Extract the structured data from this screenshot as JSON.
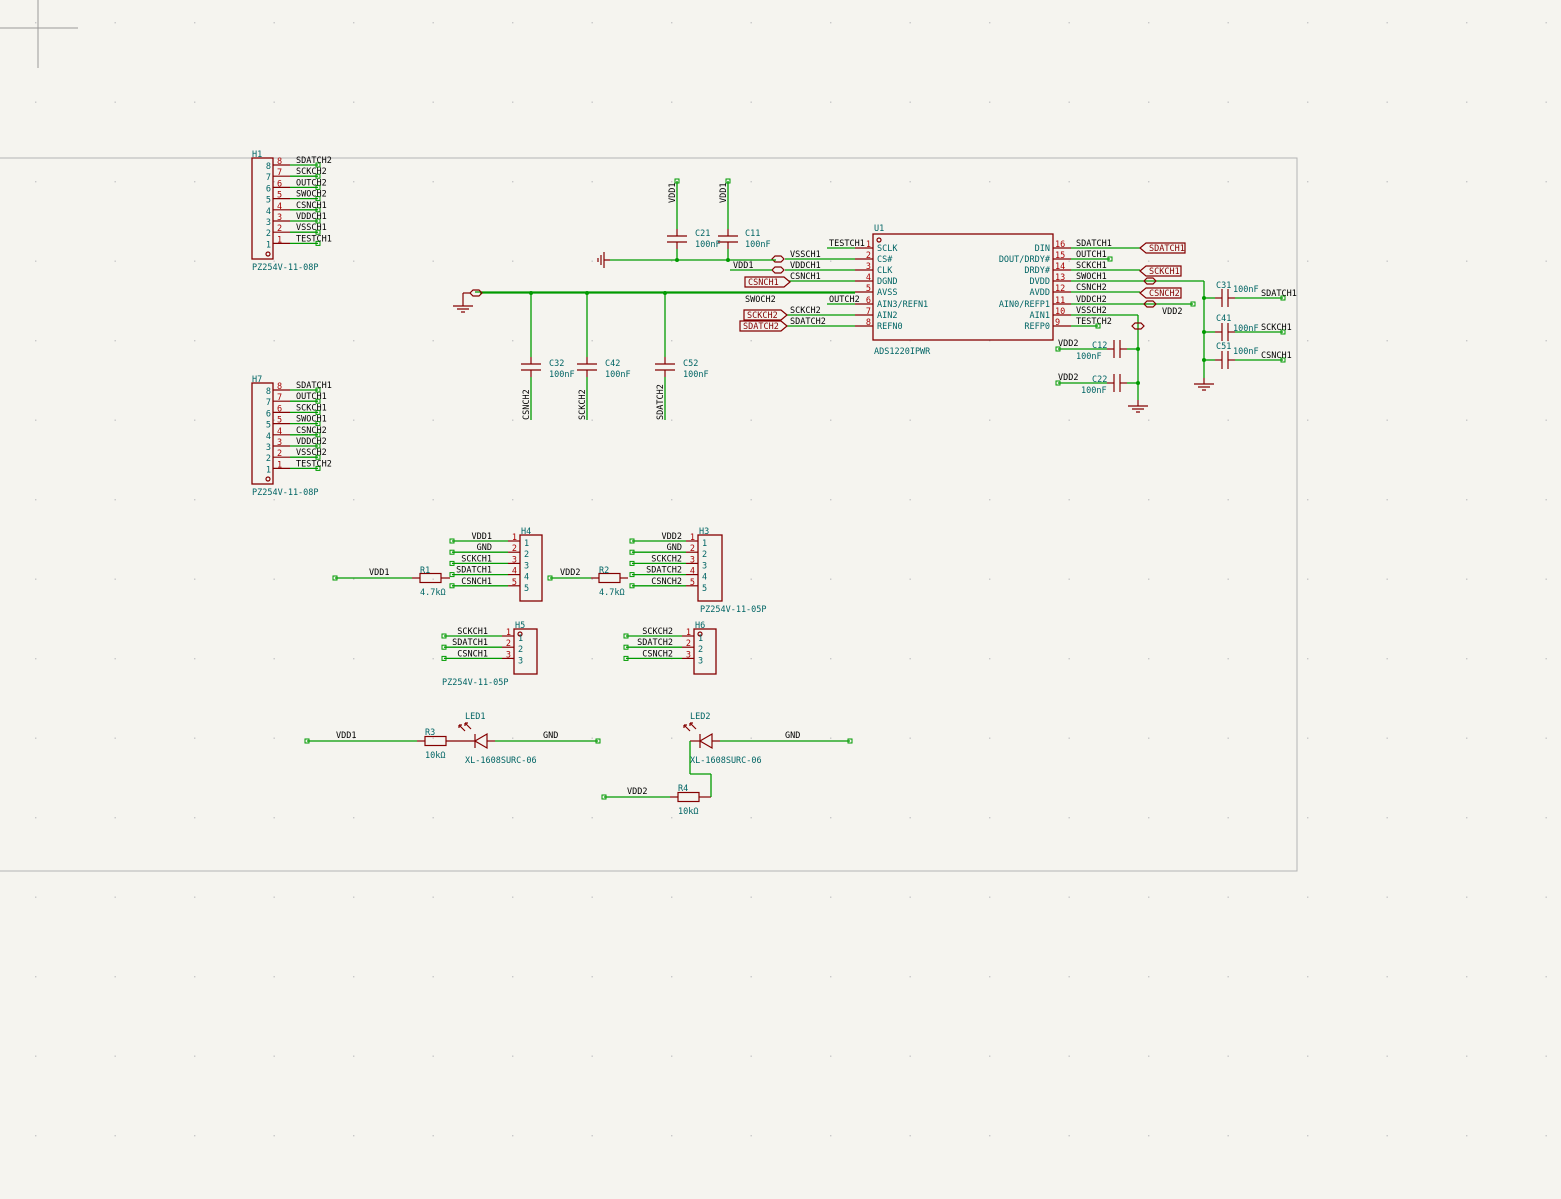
{
  "colors": {
    "wire": "#009a00",
    "symbol": "#840000",
    "text": "#006464",
    "background": "#f5f4ef"
  },
  "connectors": [
    {
      "ref": "H1",
      "value": "PZ254V-11-08P",
      "pins": [
        {
          "num": "8",
          "net": "SDATCH2"
        },
        {
          "num": "7",
          "net": "SCKCH2"
        },
        {
          "num": "6",
          "net": "OUTCH2"
        },
        {
          "num": "5",
          "net": "SWOCH2"
        },
        {
          "num": "4",
          "net": "CSNCH1"
        },
        {
          "num": "3",
          "net": "VDDCH1"
        },
        {
          "num": "2",
          "net": "VSSCH1"
        },
        {
          "num": "1",
          "net": "TESTCH1"
        }
      ]
    },
    {
      "ref": "H7",
      "value": "PZ254V-11-08P",
      "pins": [
        {
          "num": "8",
          "net": "SDATCH1"
        },
        {
          "num": "7",
          "net": "OUTCH1"
        },
        {
          "num": "6",
          "net": "SCKCH1"
        },
        {
          "num": "5",
          "net": "SWOCH1"
        },
        {
          "num": "4",
          "net": "CSNCH2"
        },
        {
          "num": "3",
          "net": "VDDCH2"
        },
        {
          "num": "2",
          "net": "VSSCH2"
        },
        {
          "num": "1",
          "net": "TESTCH2"
        }
      ]
    },
    {
      "ref": "H4",
      "pins": [
        {
          "num": "1",
          "net": "VDD1"
        },
        {
          "num": "2",
          "net": "GND"
        },
        {
          "num": "3",
          "net": "SCKCH1"
        },
        {
          "num": "4",
          "net": "SDATCH1"
        },
        {
          "num": "5",
          "net": "CSNCH1"
        }
      ]
    },
    {
      "ref": "H3",
      "value": "PZ254V-11-05P",
      "pins": [
        {
          "num": "1",
          "net": "VDD2"
        },
        {
          "num": "2",
          "net": "GND"
        },
        {
          "num": "3",
          "net": "SCKCH2"
        },
        {
          "num": "4",
          "net": "SDATCH2"
        },
        {
          "num": "5",
          "net": "CSNCH2"
        }
      ]
    },
    {
      "ref": "H5",
      "value": "PZ254V-11-05P",
      "pins": [
        {
          "num": "1",
          "net": "SCKCH1"
        },
        {
          "num": "2",
          "net": "SDATCH1"
        },
        {
          "num": "3",
          "net": "CSNCH1"
        }
      ]
    },
    {
      "ref": "H6",
      "pins": [
        {
          "num": "1",
          "net": "SCKCH2"
        },
        {
          "num": "2",
          "net": "SDATCH2"
        },
        {
          "num": "3",
          "net": "CSNCH2"
        }
      ]
    }
  ],
  "u1": {
    "ref": "U1",
    "value": "ADS1220IPWR",
    "left_pins": [
      {
        "num": "1",
        "name": "SCLK",
        "net": "TESTCH1"
      },
      {
        "num": "2",
        "name": "CS#",
        "net": "VSSCH1"
      },
      {
        "num": "3",
        "name": "CLK",
        "net": "VDDCH1"
      },
      {
        "num": "4",
        "name": "DGND",
        "net": "CSNCH1"
      },
      {
        "num": "5",
        "name": "AVSS",
        "net": "SWOCH2"
      },
      {
        "num": "6",
        "name": "AIN3/REFN1",
        "net": "OUTCH2"
      },
      {
        "num": "7",
        "name": "AIN2",
        "net": "SCKCH2"
      },
      {
        "num": "8",
        "name": "REFN0",
        "net": "SDATCH2"
      }
    ],
    "right_pins": [
      {
        "num": "16",
        "name": "DIN",
        "net": "SDATCH1"
      },
      {
        "num": "15",
        "name": "DOUT/DRDY#",
        "net": "OUTCH1"
      },
      {
        "num": "14",
        "name": "DRDY#",
        "net": "SCKCH1"
      },
      {
        "num": "13",
        "name": "DVDD",
        "net": "SWOCH1"
      },
      {
        "num": "12",
        "name": "AVDD",
        "net": "CSNCH2"
      },
      {
        "num": "11",
        "name": "AIN0/REFP1",
        "net": "VDDCH2"
      },
      {
        "num": "10",
        "name": "AIN1",
        "net": "VSSCH2"
      },
      {
        "num": "9",
        "name": "REFP0",
        "net": "TESTCH2"
      }
    ]
  },
  "global_labels": [
    "SDATCH1",
    "SCKCH1",
    "CSNCH2",
    "CSNCH1",
    "SCKCH2",
    "SDATCH2"
  ],
  "capacitors": [
    {
      "ref": "C21",
      "value": "100nF",
      "net": "VDD1"
    },
    {
      "ref": "C11",
      "value": "100nF",
      "net": "VDD1"
    },
    {
      "ref": "C32",
      "value": "100nF",
      "net": "CSNCH2"
    },
    {
      "ref": "C42",
      "value": "100nF",
      "net": "SCKCH2"
    },
    {
      "ref": "C52",
      "value": "100nF",
      "net": "SDATCH2"
    },
    {
      "ref": "C31",
      "value": "100nF",
      "net": "SDATCH1"
    },
    {
      "ref": "C41",
      "value": "100nF",
      "net": "SCKCH1"
    },
    {
      "ref": "C51",
      "value": "100nF",
      "net": "CSNCH1"
    },
    {
      "ref": "C12",
      "value": "100nF",
      "net": "VDD2"
    },
    {
      "ref": "C22",
      "value": "100nF",
      "net": "VDD2"
    }
  ],
  "misc_nets": {
    "u1_vdd1": "VDD1",
    "u1_vdd2": "VDD2"
  },
  "resistors": [
    {
      "ref": "R1",
      "value": "4.7kΩ",
      "net": "VDD1"
    },
    {
      "ref": "R2",
      "value": "4.7kΩ",
      "net": "VDD2"
    },
    {
      "ref": "R3",
      "value": "10kΩ",
      "net": "VDD1"
    },
    {
      "ref": "R4",
      "value": "10kΩ",
      "net": "VDD2"
    }
  ],
  "leds": [
    {
      "ref": "LED1",
      "value": "XL-1608SURC-06",
      "net": "GND"
    },
    {
      "ref": "LED2",
      "value": "XL-1608SURC-06",
      "net": "GND"
    }
  ]
}
